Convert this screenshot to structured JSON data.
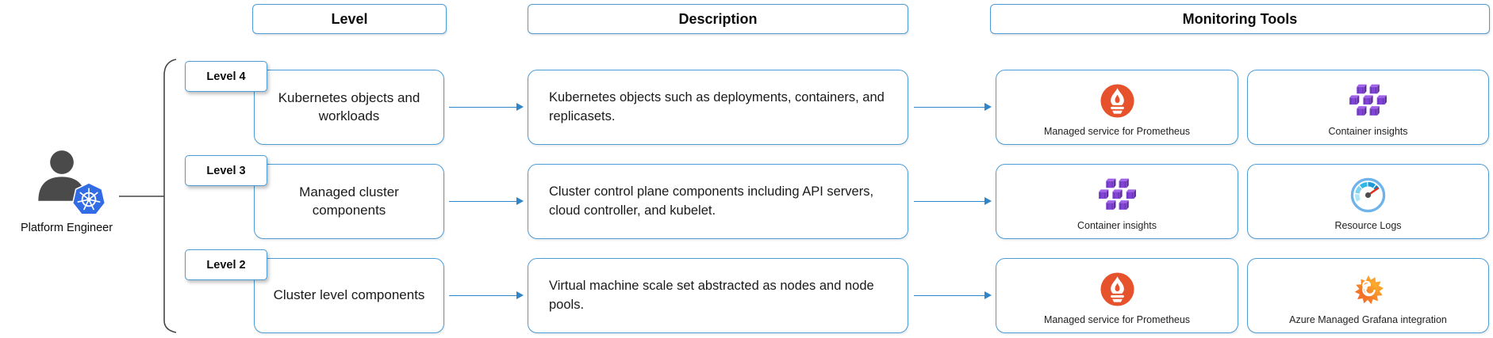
{
  "headers": {
    "level": "Level",
    "description": "Description",
    "monitoring": "Monitoring Tools"
  },
  "persona": {
    "label": "Platform Engineer",
    "icons": [
      "person-icon",
      "kubernetes-icon"
    ]
  },
  "rows": [
    {
      "badge": "Level 4",
      "level": "Kubernetes objects and workloads",
      "description": "Kubernetes objects such as deployments, containers, and replicasets.",
      "tools": [
        {
          "name": "Managed service for Prometheus",
          "icon": "prometheus-icon"
        },
        {
          "name": "Container insights",
          "icon": "container-insights-icon"
        }
      ]
    },
    {
      "badge": "Level 3",
      "level": "Managed cluster components",
      "description": "Cluster control plane components including API servers, cloud controller, and kubelet.",
      "tools": [
        {
          "name": "Container insights",
          "icon": "container-insights-icon"
        },
        {
          "name": "Resource Logs",
          "icon": "resource-logs-icon"
        }
      ]
    },
    {
      "badge": "Level 2",
      "level": "Cluster level components",
      "description": "Virtual machine scale set abstracted as nodes and node pools.",
      "tools": [
        {
          "name": "Managed service for Prometheus",
          "icon": "prometheus-icon"
        },
        {
          "name": "Azure Managed Grafana integration",
          "icon": "grafana-icon"
        }
      ]
    }
  ],
  "colors": {
    "box_border": "#4b9cd7",
    "arrow": "#2e86c8",
    "prometheus_orange": "#e6522c",
    "container_purple": "#8145d6",
    "kubernetes_blue": "#326ce5",
    "grafana_orange": "#f05a28",
    "grafana_yellow": "#f9b13b",
    "person_gray": "#4a4a4a"
  }
}
